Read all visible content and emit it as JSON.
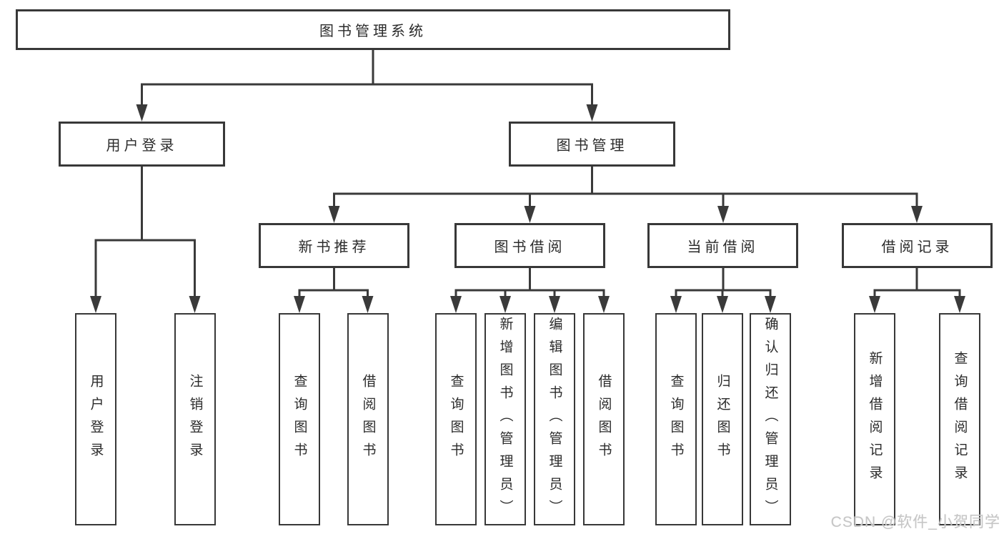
{
  "nodes": {
    "root": "图书管理系统",
    "level2": [
      "用户登录",
      "图书管理"
    ],
    "level3": [
      "新书推荐",
      "图书借阅",
      "当前借阅",
      "借阅记录"
    ],
    "leaves": [
      "用户登录",
      "注销登录",
      "查询图书",
      "借阅图书",
      "查询图书",
      "新增图书（管理员）",
      "编辑图书（管理员）",
      "借阅图书",
      "查询图书",
      "归还图书",
      "确认归还（管理员）",
      "新增借阅记录",
      "查询借阅记录"
    ]
  },
  "watermark": {
    "text": "CSDN @软件_小贺同学"
  },
  "colors": {
    "line": "#3a3a3a",
    "box_border": "#383838",
    "text": "#2b2b2b",
    "watermark": "#c6c6c6",
    "background": "#ffffff"
  }
}
